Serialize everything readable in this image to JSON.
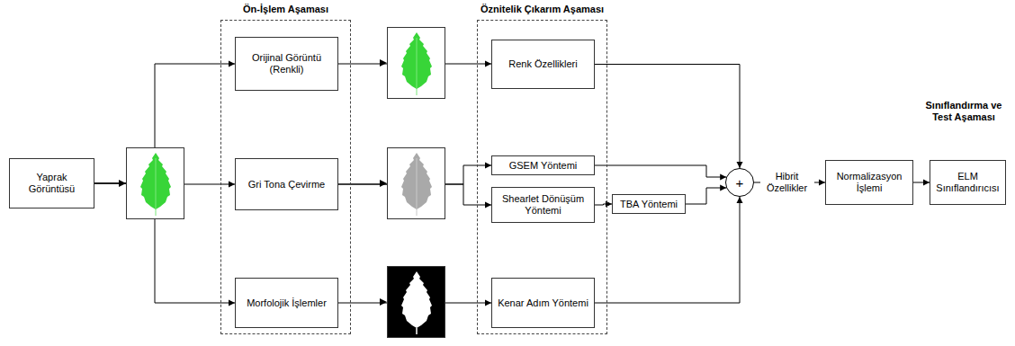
{
  "diagram": {
    "nodes": [
      {
        "text": [
          "Yaprak Görüntüsü"
        ]
      },
      {
        "text": [
          "Ön-İşlem Aşaması"
        ]
      },
      {
        "text": [
          "Orijinal Görüntü (Renkli)"
        ],
        "in": 1
      },
      {
        "text": [
          "Gri Tona Çevirme"
        ],
        "in": 1
      },
      {
        "text": [
          "Morfolojik İşlemler"
        ],
        "in": 1
      },
      {
        "text": [
          "Öznitelik Çıkarım Aşaması"
        ]
      },
      {
        "text": [
          "Renk Özellikleri"
        ],
        "in": 5
      },
      {
        "text": [
          "GSEM Yöntemi"
        ],
        "in": 5
      },
      {
        "text": [
          "Shearlet Dönüşüm Yöntemi"
        ],
        "in": 5
      },
      {
        "text": [
          "Kenar Adım Yöntemi"
        ],
        "in": 5
      },
      {
        "text": [
          "TBA Yöntemi"
        ]
      },
      {
        "text": [
          "+"
        ]
      },
      {
        "text": [
          "Normalizasyon İşlemi"
        ]
      },
      {
        "text": [
          "ELM Sınıflandırıcısı"
        ]
      }
    ],
    "edges": [
      {
        "from": 0,
        "to": 2,
        "arrow": "to"
      },
      {
        "from": 0,
        "to": 3,
        "arrow": "to"
      },
      {
        "from": 0,
        "to": 4,
        "arrow": "to"
      },
      {
        "from": 2,
        "to": 6,
        "arrow": "to"
      },
      {
        "from": 3,
        "to": 7,
        "arrow": "to"
      },
      {
        "from": 3,
        "to": 8,
        "arrow": "to"
      },
      {
        "from": 4,
        "to": 9,
        "arrow": "to"
      },
      {
        "from": 8,
        "to": 10,
        "arrow": "to"
      },
      {
        "from": 6,
        "to": 11,
        "arrow": "to"
      },
      {
        "from": 7,
        "to": 11,
        "arrow": "to"
      },
      {
        "from": 10,
        "to": 11,
        "arrow": "to"
      },
      {
        "from": 9,
        "to": 11,
        "arrow": "to"
      },
      {
        "from": 11,
        "to": 12,
        "label": "Hibrit Özellikler",
        "arrow": "to"
      },
      {
        "from": 12,
        "to": 13,
        "arrow": "to"
      }
    ],
    "labels": [
      "Sınıflandırma ve Test Aşaması"
    ]
  }
}
